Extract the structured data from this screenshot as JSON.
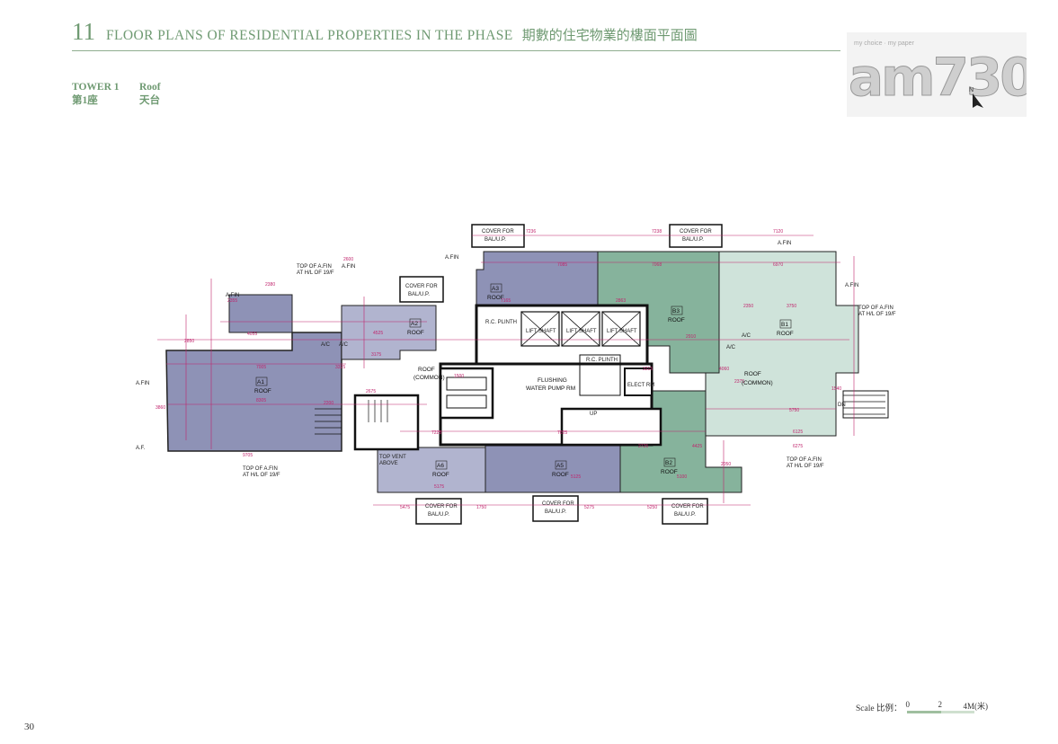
{
  "header": {
    "section_number": "11",
    "section_title": "FLOOR PLANS OF RESIDENTIAL PROPERTIES IN THE PHASE",
    "section_title_zh": "期數的住宅物業的樓面平面圖"
  },
  "tower": {
    "tower_en": "TOWER 1",
    "floor_en": "Roof",
    "tower_zh": "第1座",
    "floor_zh": "天台"
  },
  "logo": {
    "tagline": "my choice · my paper",
    "text": "am730"
  },
  "plan": {
    "cover_label_1": "COVER FOR",
    "cover_label_2": "BAL/U.P.",
    "roof_label": "ROOF",
    "roof_common": "(COMMON)",
    "flushing_1": "FLUSHING",
    "flushing_2": "WATER PUMP RM",
    "lift_shaft": "LIFT SHAFT",
    "rc_plinth": "R.C. PLINTH",
    "elect_rm": "ELECT RM",
    "ac": "A/C",
    "afin": "A.FIN",
    "af": "A.F.",
    "up": "UP",
    "dn": "DN",
    "top_afin_1": "TOP OF A.FIN",
    "top_afin_2": "AT H/L OF 19/F",
    "top_vent_1": "TOP VENT",
    "top_vent_2": "ABOVE",
    "units": {
      "a1": "A1",
      "a2": "A2",
      "a3": "A3",
      "a5": "A5",
      "a6": "A6",
      "b1": "B1",
      "b2": "B2",
      "b3": "B3"
    },
    "dimensions": {
      "d7236": "7236",
      "d7238": "7238",
      "d7120": "7120",
      "d7085": "7085",
      "d7165": "7165",
      "d7068": "7068",
      "d6970": "6970",
      "d2600": "2600",
      "d2380": "2380",
      "d2355": "2355",
      "d4525": "4525",
      "d3175": "3175",
      "d3325": "3325",
      "d7005": "7005",
      "d2850": "2850",
      "d8305": "8305",
      "d9705": "9705",
      "d2675": "2675",
      "d2200": "2200",
      "d7225": "7225",
      "d7025": "7025",
      "d5175": "5175",
      "d5125": "5125",
      "d5100": "5100",
      "d4425": "4425",
      "d2725": "2725",
      "d2050": "2050",
      "d5475": "5475",
      "d1750": "1750",
      "d5275": "5275",
      "d5250": "5250",
      "d4060": "4060",
      "d2375": "2375",
      "d5750": "5750",
      "d6125": "6125",
      "d6275": "6275",
      "d3750": "3750",
      "d2350": "2350",
      "d2910": "2910",
      "d4055": "4055",
      "d2863": "2863",
      "d1500": "1500",
      "d3860": "3860",
      "d1540": "1540",
      "d3215": "3215"
    }
  },
  "scale": {
    "label": "Scale 比例：",
    "ticks": [
      "0",
      "2",
      "4M(米)"
    ]
  },
  "page_number": "30",
  "colors": {
    "heading_green": "#6f9a72",
    "unit_a_fill": "#8e92b6",
    "unit_b_fill": "#86b39c",
    "unit_b1_fill": "#cfe3da",
    "dimension": "#c0246c"
  }
}
